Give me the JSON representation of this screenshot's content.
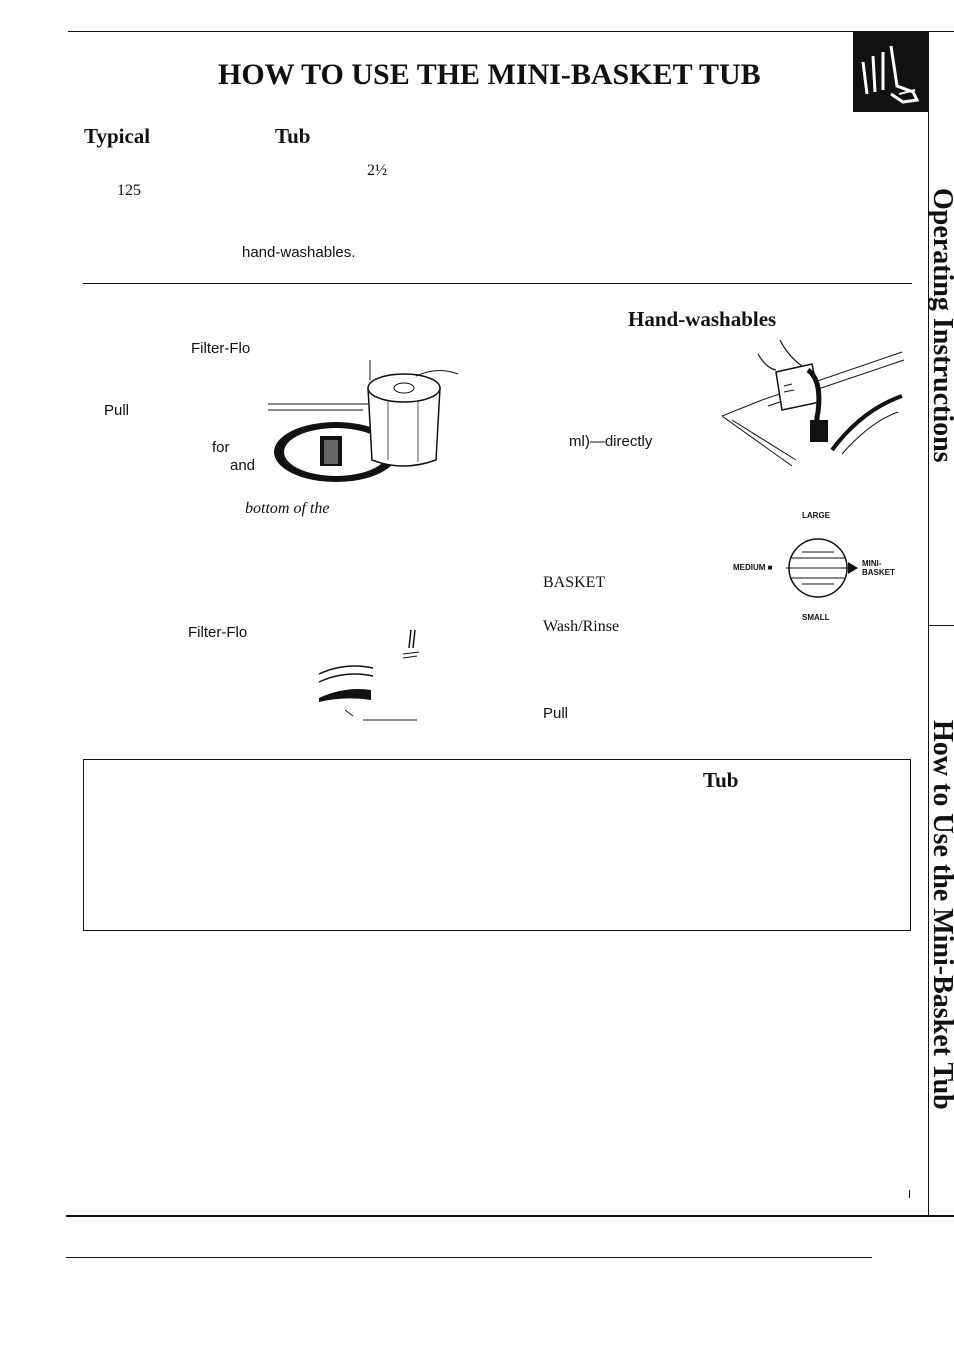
{
  "header": {
    "title": "HOW TO USE THE MINI-BASKET TUB"
  },
  "intro": {
    "heading_typical": "Typical",
    "heading_tub": "Tub",
    "fraction": "2½",
    "capacity_ml": "125",
    "hand_washables": "hand-washables."
  },
  "left_column": {
    "filter_flo_1": "Filter-Flo",
    "pull": "Pull",
    "for": "for",
    "and": "and",
    "bottom_of_the": "bottom of the",
    "filter_flo_2": "Filter-Flo"
  },
  "right_column": {
    "heading": "Hand-washables",
    "ml_directly": "ml)—directly",
    "basket": "BASKET",
    "wash_rinse": "Wash/Rinse",
    "pull": "Pull"
  },
  "dial": {
    "large": "LARGE",
    "medium": "MEDIUM ■",
    "mini": "MINI-",
    "basket": "BASKET",
    "small": "SMALL"
  },
  "notice": {
    "tub": "Tub"
  },
  "side_tabs": {
    "operating": "Operating Instructions",
    "how_to": "How to Use the Mini-Basket Tub"
  },
  "icons": {
    "corner": "hand-pointing-icon"
  }
}
